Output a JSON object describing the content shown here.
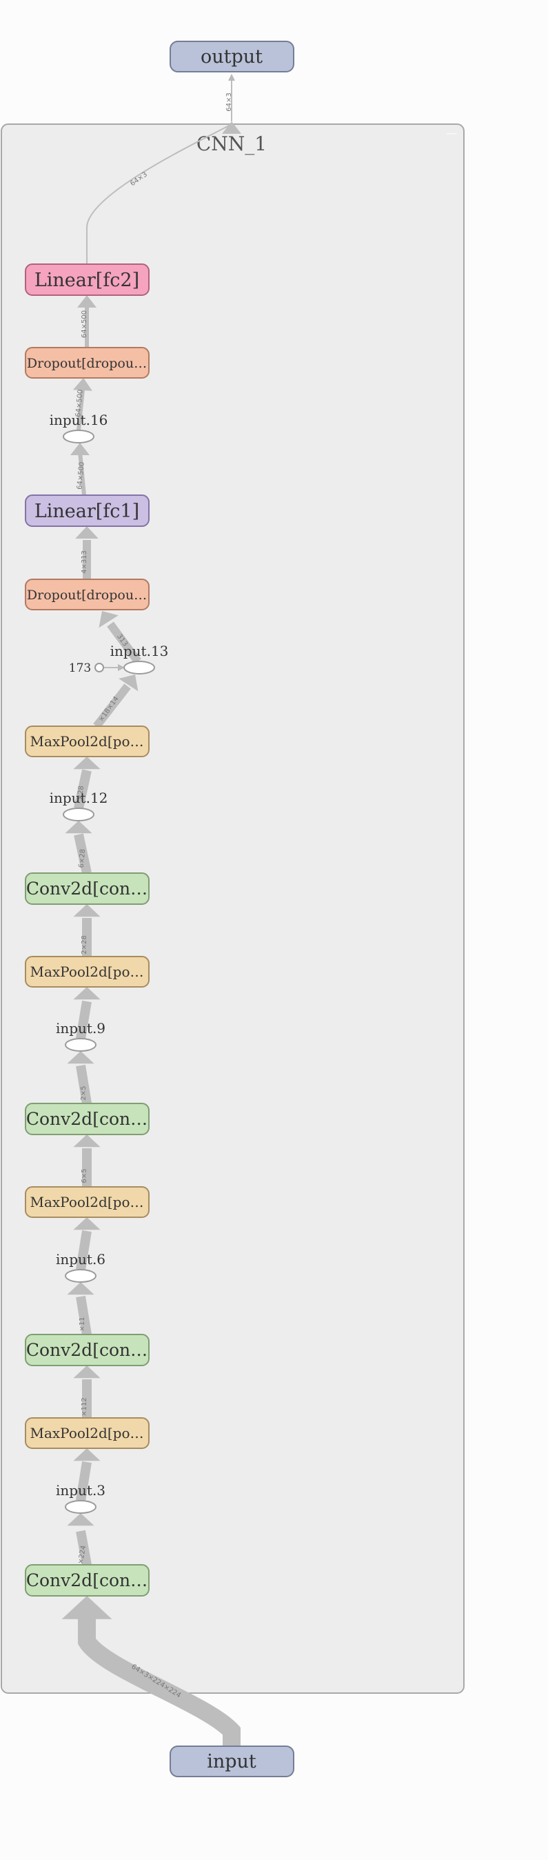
{
  "graph": {
    "cluster_title": "CNN_1",
    "cluster_marker": "—",
    "nodes": {
      "output": {
        "label": "output",
        "fill": "#b9c2d9",
        "stroke": "#747d96"
      },
      "fc2": {
        "label": "Linear[fc2]",
        "fill": "#f5a3bf",
        "stroke": "#b0627f"
      },
      "dropout2": {
        "label": "Dropout[dropou…",
        "fill": "#f5bfa6",
        "stroke": "#b27a61"
      },
      "input16": {
        "label": "input.16"
      },
      "fc1": {
        "label": "Linear[fc1]",
        "fill": "#cbbfe3",
        "stroke": "#8473a6"
      },
      "dropout1": {
        "label": "Dropout[dropou…",
        "fill": "#f5bfa6",
        "stroke": "#b27a61"
      },
      "input13": {
        "label": "input.13"
      },
      "const173": {
        "label": "173"
      },
      "maxpool4": {
        "label": "MaxPool2d[po…",
        "fill": "#f1d8aa",
        "stroke": "#a88c5f"
      },
      "input12": {
        "label": "input.12"
      },
      "conv3": {
        "label": "Conv2d[con…",
        "fill": "#c7e3bb",
        "stroke": "#7f9e72"
      },
      "maxpool3": {
        "label": "MaxPool2d[po…",
        "fill": "#f1d8aa",
        "stroke": "#a88c5f"
      },
      "input9": {
        "label": "input.9"
      },
      "conv2": {
        "label": "Conv2d[con…",
        "fill": "#c7e3bb",
        "stroke": "#7f9e72"
      },
      "maxpool2": {
        "label": "MaxPool2d[po…",
        "fill": "#f1d8aa",
        "stroke": "#a88c5f"
      },
      "input6": {
        "label": "input.6"
      },
      "conv1": {
        "label": "Conv2d[con…",
        "fill": "#c7e3bb",
        "stroke": "#7f9e72"
      },
      "maxpool1": {
        "label": "MaxPool2d[po…",
        "fill": "#f1d8aa",
        "stroke": "#a88c5f"
      },
      "input3": {
        "label": "input.3"
      },
      "conv0": {
        "label": "Conv2d[con…",
        "fill": "#c7e3bb",
        "stroke": "#7f9e72"
      },
      "input": {
        "label": "input",
        "fill": "#b9c2d9",
        "stroke": "#747d96"
      }
    },
    "edges": [
      {
        "from": "input",
        "to": "conv0",
        "label": "64×3×224×224",
        "weight": 26
      },
      {
        "from": "conv0",
        "to": "input3",
        "label": "×224",
        "weight": 14
      },
      {
        "from": "input3",
        "to": "maxpool1",
        "label": "",
        "weight": 14
      },
      {
        "from": "maxpool1",
        "to": "conv1",
        "label": "×112",
        "weight": 14
      },
      {
        "from": "conv1",
        "to": "input6",
        "label": "×11",
        "weight": 14
      },
      {
        "from": "input6",
        "to": "maxpool2",
        "label": "",
        "weight": 14
      },
      {
        "from": "maxpool2",
        "to": "conv2",
        "label": "6×5",
        "weight": 14
      },
      {
        "from": "conv2",
        "to": "input9",
        "label": "2×5",
        "weight": 14
      },
      {
        "from": "input9",
        "to": "maxpool3",
        "label": "",
        "weight": 14
      },
      {
        "from": "maxpool3",
        "to": "conv3",
        "label": "2×28",
        "weight": 14
      },
      {
        "from": "conv3",
        "to": "input12",
        "label": "6×28",
        "weight": 14
      },
      {
        "from": "input12",
        "to": "maxpool4",
        "label": "×28",
        "weight": 14
      },
      {
        "from": "maxpool4",
        "to": "input13",
        "label": "×18×14",
        "weight": 12
      },
      {
        "from": "const173",
        "to": "input13",
        "label": "",
        "weight": 1
      },
      {
        "from": "input13",
        "to": "dropout1",
        "label": "313",
        "weight": 12
      },
      {
        "from": "dropout1",
        "to": "fc1",
        "label": "4×313",
        "weight": 12
      },
      {
        "from": "fc1",
        "to": "input16",
        "label": "64×500",
        "weight": 6
      },
      {
        "from": "input16",
        "to": "dropout2",
        "label": "64×500",
        "weight": 6
      },
      {
        "from": "dropout2",
        "to": "fc2",
        "label": "64×500",
        "weight": 6
      },
      {
        "from": "fc2",
        "to": "output",
        "label": "64×3",
        "weight": 2
      },
      {
        "from": "fc2_out",
        "to": "output",
        "label": "64×3",
        "weight": 1
      }
    ]
  }
}
